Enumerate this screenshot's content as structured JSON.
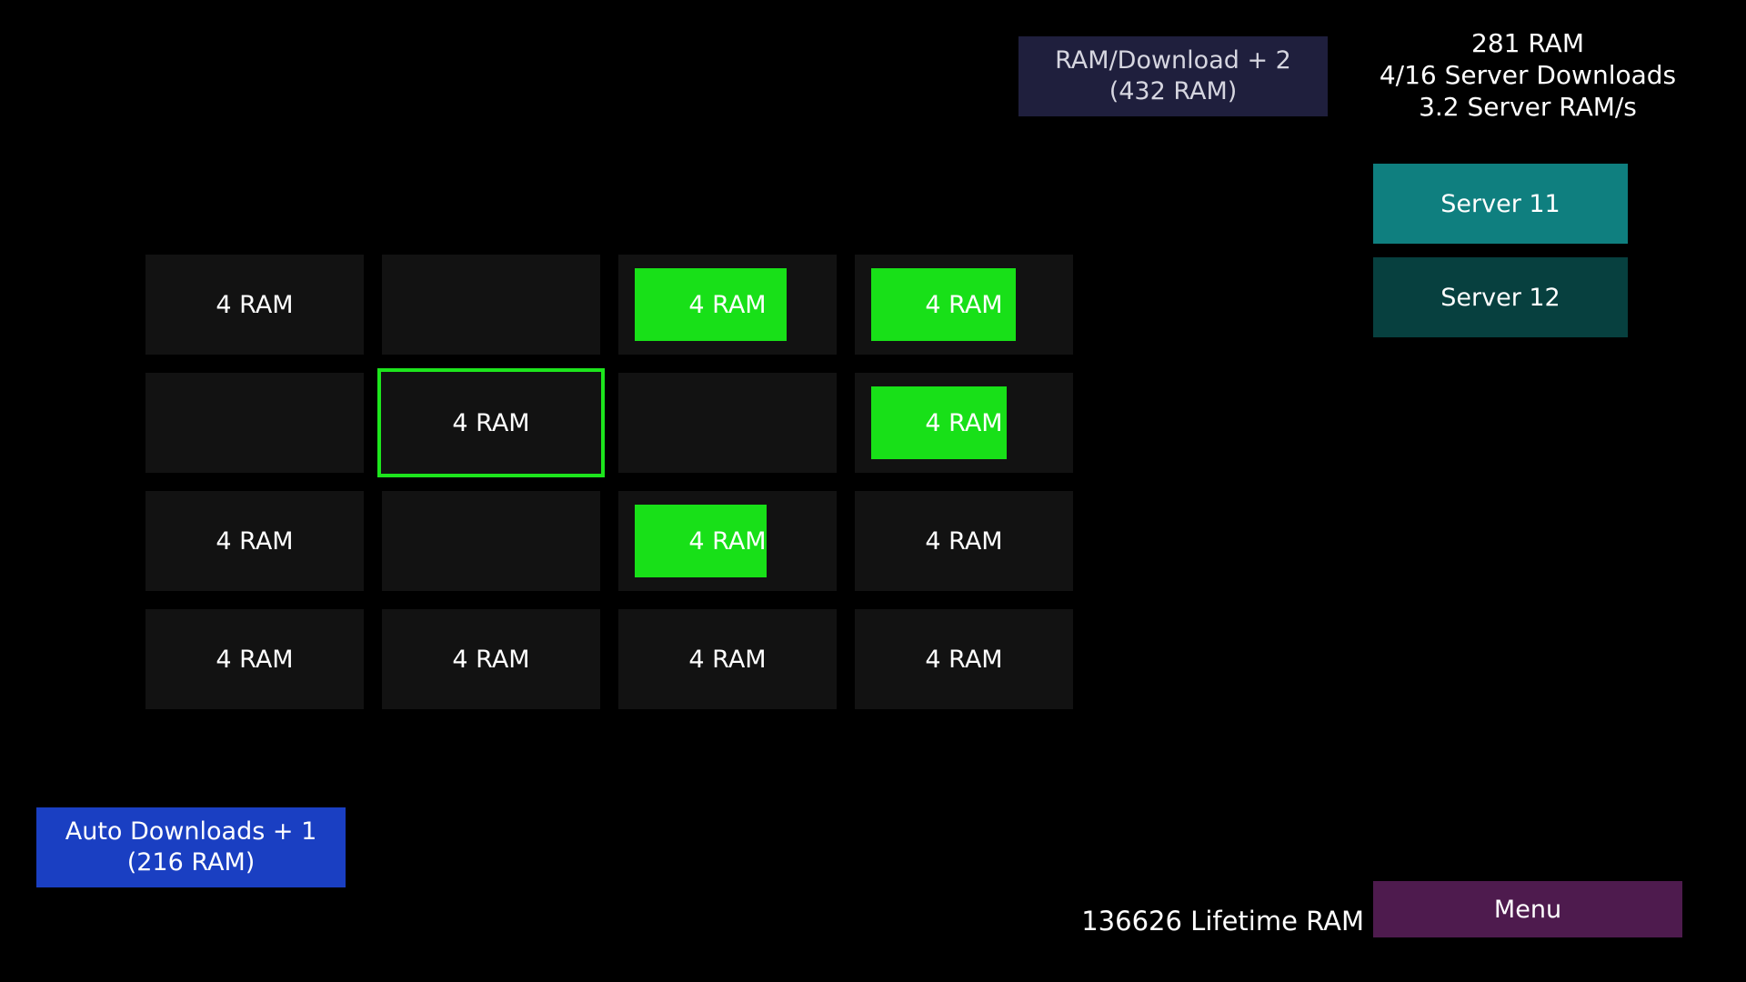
{
  "upgrade": {
    "line1": "RAM/Download + 2",
    "line2": "(432 RAM)"
  },
  "stats": {
    "ram": "281 RAM",
    "downloads": "4/16 Server Downloads",
    "rate": "3.2 Server RAM/s"
  },
  "servers": [
    {
      "label": "Server 11",
      "color": "#0f7f7f",
      "active": true
    },
    {
      "label": "Server 12",
      "color": "#07403f",
      "active": false
    }
  ],
  "grid": {
    "accent_color": "#18e018",
    "cells": [
      {
        "label": "4 RAM",
        "progress": 0,
        "selected": false
      },
      {
        "label": "",
        "progress": 0,
        "selected": false
      },
      {
        "label": "4 RAM",
        "progress": 0.82,
        "selected": false
      },
      {
        "label": "4 RAM",
        "progress": 0.78,
        "selected": false
      },
      {
        "label": "",
        "progress": 0,
        "selected": false
      },
      {
        "label": "4 RAM",
        "progress": 0,
        "selected": true
      },
      {
        "label": "",
        "progress": 0,
        "selected": false
      },
      {
        "label": "4 RAM",
        "progress": 0.73,
        "selected": false
      },
      {
        "label": "4 RAM",
        "progress": 0,
        "selected": false
      },
      {
        "label": "",
        "progress": 0,
        "selected": false
      },
      {
        "label": "4 RAM",
        "progress": 0.71,
        "selected": false
      },
      {
        "label": "4 RAM",
        "progress": 0,
        "selected": false
      },
      {
        "label": "4 RAM",
        "progress": 0,
        "selected": false
      },
      {
        "label": "4 RAM",
        "progress": 0,
        "selected": false
      },
      {
        "label": "4 RAM",
        "progress": 0,
        "selected": false
      },
      {
        "label": "4 RAM",
        "progress": 0,
        "selected": false
      }
    ]
  },
  "auto_downloads": {
    "line1": "Auto Downloads + 1",
    "line2": "(216 RAM)"
  },
  "lifetime": "136626 Lifetime RAM",
  "menu": "Menu"
}
